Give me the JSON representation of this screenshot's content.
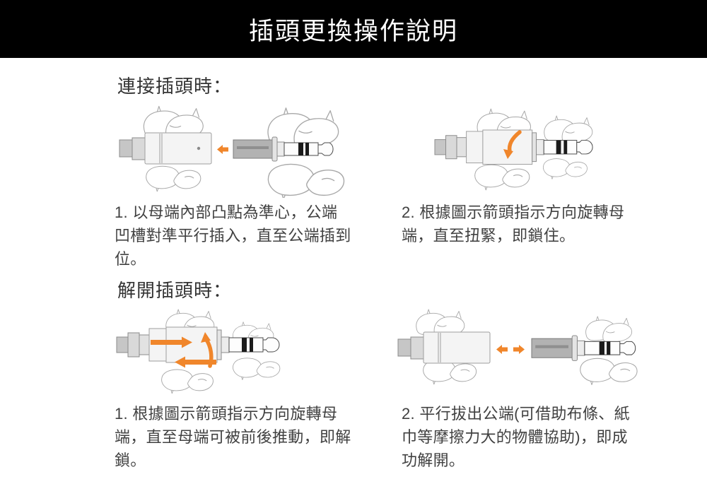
{
  "colors": {
    "accent": "#F0862B",
    "header-bg": "#000000",
    "header-fg": "#FFFFFF",
    "text": "#414141",
    "outline": "#A8A8A8"
  },
  "header": {
    "title": "插頭更換操作說明"
  },
  "sections": [
    {
      "heading": "連接插頭時：",
      "figures": [
        {
          "name": "figure-align-insert",
          "icons": [
            "female-connector",
            "arrow-left-icon",
            "male-plug",
            "hand-fingers"
          ]
        },
        {
          "name": "figure-rotate-lock",
          "icons": [
            "assembled-connector",
            "rotate-down-arrow-icon",
            "hand-fingers"
          ]
        }
      ],
      "steps": [
        "1. 以母端內部凸點為準心，公端\n凹槽對準平行插入，直至公端插到\n位。",
        "2. 根據圖示箭頭指示方向旋轉母\n端，直至扭緊，即鎖住。"
      ]
    },
    {
      "heading": "解開插頭時：",
      "figures": [
        {
          "name": "figure-rotate-unlock",
          "icons": [
            "assembled-connector",
            "arrow-right-icon",
            "rotate-up-arrow-icon",
            "arrow-left-icon",
            "hand-fingers"
          ]
        },
        {
          "name": "figure-pull-apart",
          "icons": [
            "female-connector",
            "arrow-left-icon",
            "arrow-right-icon",
            "male-plug",
            "hand-fingers"
          ]
        }
      ],
      "steps": [
        "1. 根據圖示箭頭指示方向旋轉母\n端，直至母端可被前後推動，即解\n鎖。",
        "2. 平行拔出公端(可借助布條、紙\n巾等摩擦力大的物體協助)，即成\n功解開。"
      ]
    }
  ]
}
